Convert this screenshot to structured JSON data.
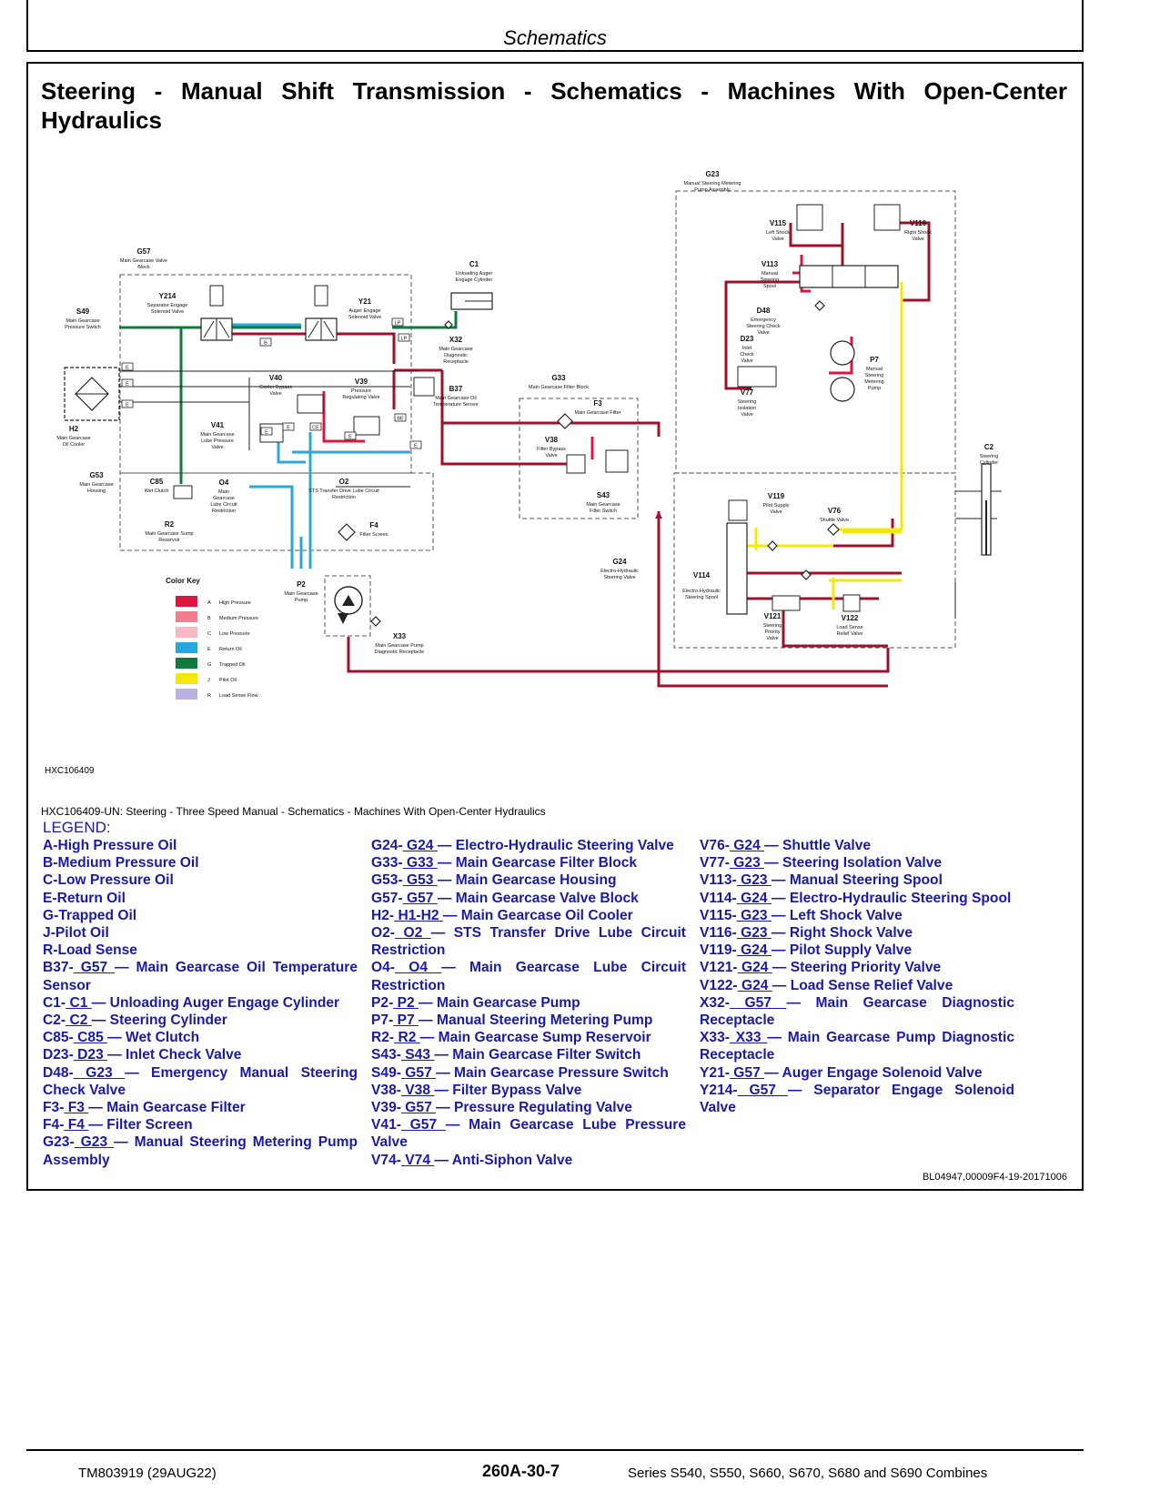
{
  "header": {
    "section_title": "Schematics"
  },
  "page_title": "Steering - Manual Shift Transmission - Schematics - Machines With Open-Center Hydraulics",
  "figure": {
    "id": "HXC106409",
    "caption": "HXC106409-UN: Steering - Three Speed Manual - Schematics - Machines With Open-Center Hydraulics",
    "colors": {
      "high_pressure": "#e0153f",
      "medium_pressure": "#f08090",
      "low_pressure": "#f7b8c4",
      "return": "#29a8e0",
      "trapped": "#0f7a3c",
      "pilot": "#f4e80a",
      "load_sense": "#b8b3e0",
      "line_dark_red": "#a0102a"
    },
    "color_key": {
      "title": "Color Key",
      "items": [
        {
          "letter": "A",
          "label": "High Pressure"
        },
        {
          "letter": "B",
          "label": "Medium Pressure"
        },
        {
          "letter": "C",
          "label": "Low Pressure"
        },
        {
          "letter": "E",
          "label": "Return Oil"
        },
        {
          "letter": "G",
          "label": "Trapped Oil"
        },
        {
          "letter": "J",
          "label": "Pilot Oil"
        },
        {
          "letter": "R",
          "label": "Load Sense Flow"
        }
      ]
    },
    "components": {
      "g57": {
        "code": "G57",
        "desc": "Main Gearcase Valve Block"
      },
      "y214": {
        "code": "Y214",
        "desc": "Separator Engage Solenoid Valve"
      },
      "y21": {
        "code": "Y21",
        "desc": "Auger Engage Solenoid Valve"
      },
      "s49": {
        "code": "S49",
        "desc": "Main Gearcase Pressure Switch"
      },
      "c1": {
        "code": "C1",
        "desc": "Unloading Auger Engage Cylinder"
      },
      "x32": {
        "code": "X32",
        "desc": "Main Gearcase Diagnostic Receptacle"
      },
      "v40": {
        "code": "V40",
        "desc": "Cooler Bypass Valve"
      },
      "v39": {
        "code": "V39",
        "desc": "Pressure Regulating Valve"
      },
      "b37": {
        "code": "B37",
        "desc": "Main Gearcase Oil Temperature Sensor"
      },
      "h2": {
        "code": "H2",
        "desc": "Main Gearcase Oil Cooler"
      },
      "v41": {
        "code": "V41",
        "desc": "Main Gearcase Lube Pressure Valve"
      },
      "g53": {
        "code": "G53",
        "desc": "Main Gearcase Housing"
      },
      "c85": {
        "code": "C85",
        "desc": "Wet Clutch"
      },
      "o4": {
        "code": "O4",
        "desc": "Main Gearcase Lube Circuit Restriction"
      },
      "o2": {
        "code": "O2",
        "desc": "STS Transfer Drive Lube Circuit Restriction"
      },
      "r2": {
        "code": "R2",
        "desc": "Main Gearcase Sump Reservoir"
      },
      "f4": {
        "code": "F4",
        "desc": "Filter Screen"
      },
      "p2": {
        "code": "P2",
        "desc": "Main Gearcase Pump"
      },
      "x33": {
        "code": "X33",
        "desc": "Main Gearcase Pump Diagnostic Receptacle"
      },
      "g33": {
        "code": "G33",
        "desc": "Main Gearcase Filter Block"
      },
      "f3": {
        "code": "F3",
        "desc": "Main Gearcase Filter"
      },
      "v38": {
        "code": "V38",
        "desc": "Filter Bypass Valve"
      },
      "s43": {
        "code": "S43",
        "desc": "Main Gearcase Filter Switch"
      },
      "g24": {
        "code": "G24",
        "desc": "Electro-Hydraulic Steering Valve"
      },
      "g23": {
        "code": "G23",
        "desc": "Manual Steering Metering Pump Assembly"
      },
      "v115": {
        "code": "V115",
        "desc": "Left Shock Valve"
      },
      "v116": {
        "code": "V116",
        "desc": "Right Shock Valve"
      },
      "v113": {
        "code": "V113",
        "desc": "Manual Steering Spool"
      },
      "d48": {
        "code": "D48",
        "desc": "Emergency Steering Check Valve"
      },
      "d23": {
        "code": "D23",
        "desc": "Inlet Check Valve"
      },
      "p7": {
        "code": "P7",
        "desc": "Manual Steering Metering Pump"
      },
      "v77": {
        "code": "V77",
        "desc": "Steering Isolation Valve"
      },
      "c2": {
        "code": "C2",
        "desc": "Steering Cylinder"
      },
      "v119": {
        "code": "V119",
        "desc": "Pilot Supply Valve"
      },
      "v76": {
        "code": "V76",
        "desc": "Shuttle Valve"
      },
      "v114": {
        "code": "V114",
        "desc": "Electro-Hydraulic Steering Spool"
      },
      "v121": {
        "code": "V121",
        "desc": "Steering Priority Valve"
      },
      "v122": {
        "code": "V122",
        "desc": "Load Sense Relief Valve"
      }
    },
    "port_tags": [
      "E",
      "E",
      "E",
      "B",
      "E",
      "E",
      "CE",
      "E",
      "BE",
      "E",
      "LP",
      "LP"
    ]
  },
  "legend": {
    "heading": "LEGEND:",
    "col1": [
      {
        "code": "A",
        "text": "-High Pressure Oil"
      },
      {
        "code": "B",
        "text": "-Medium Pressure Oil"
      },
      {
        "code": "C",
        "text": "-Low Pressure Oil"
      },
      {
        "code": "E",
        "text": "-Return Oil"
      },
      {
        "code": "G",
        "text": "-Trapped Oil"
      },
      {
        "code": "J",
        "text": "-Pilot Oil"
      },
      {
        "code": "R",
        "text": "-Load Sense"
      },
      {
        "code": "B37-",
        "ref": " G57 ",
        "text": " — Main Gearcase Oil Temperature Sensor"
      },
      {
        "code": "C1-",
        "ref": " C1 ",
        "text": " — Unloading Auger Engage Cylinder"
      },
      {
        "code": "C2-",
        "ref": " C2 ",
        "text": " — Steering Cylinder"
      },
      {
        "code": "C85-",
        "ref": " C85 ",
        "text": " — Wet Clutch"
      },
      {
        "code": "D23-",
        "ref": " D23 ",
        "text": " — Inlet Check Valve"
      },
      {
        "code": "D48-",
        "ref": " G23 ",
        "text": " — Emergency Manual Steering Check Valve"
      },
      {
        "code": "F3-",
        "ref": " F3 ",
        "text": " — Main Gearcase Filter"
      },
      {
        "code": "F4-",
        "ref": " F4 ",
        "text": " — Filter Screen"
      },
      {
        "code": "G23-",
        "ref": " G23 ",
        "text": " — Manual Steering Metering Pump Assembly"
      }
    ],
    "col2": [
      {
        "code": "G24-",
        "ref": " G24 ",
        "text": " — Electro-Hydraulic Steering Valve"
      },
      {
        "code": "G33-",
        "ref": " G33 ",
        "text": " — Main Gearcase Filter Block"
      },
      {
        "code": "G53-",
        "ref": " G53 ",
        "text": " — Main Gearcase Housing"
      },
      {
        "code": "G57-",
        "ref": " G57 ",
        "text": " — Main Gearcase Valve Block"
      },
      {
        "code": "H2-",
        "ref": " H1-H2 ",
        "text": " — Main Gearcase Oil Cooler"
      },
      {
        "code": "O2-",
        "ref": " O2 ",
        "text": " — STS Transfer Drive Lube Circuit Restriction"
      },
      {
        "code": "O4-",
        "ref": " O4 ",
        "text": " — Main Gearcase Lube Circuit Restriction"
      },
      {
        "code": "P2-",
        "ref": " P2 ",
        "text": " — Main Gearcase Pump"
      },
      {
        "code": "P7-",
        "ref": " P7 ",
        "text": " — Manual Steering Metering Pump"
      },
      {
        "code": "R2-",
        "ref": " R2 ",
        "text": " — Main Gearcase Sump Reservoir"
      },
      {
        "code": "S43-",
        "ref": " S43 ",
        "text": " — Main Gearcase Filter Switch"
      },
      {
        "code": "S49-",
        "ref": " G57 ",
        "text": " — Main Gearcase Pressure Switch"
      },
      {
        "code": "V38-",
        "ref": " V38 ",
        "text": " — Filter Bypass Valve"
      },
      {
        "code": "V39-",
        "ref": " G57 ",
        "text": " — Pressure Regulating Valve"
      },
      {
        "code": "V41-",
        "ref": " G57 ",
        "text": " — Main Gearcase Lube Pressure Valve"
      },
      {
        "code": "V74-",
        "ref": " V74 ",
        "text": " — Anti-Siphon Valve"
      }
    ],
    "col3": [
      {
        "code": "V76-",
        "ref": " G24 ",
        "text": " — Shuttle Valve"
      },
      {
        "code": "V77-",
        "ref": " G23 ",
        "text": " — Steering Isolation Valve"
      },
      {
        "code": "V113-",
        "ref": " G23 ",
        "text": " — Manual Steering Spool"
      },
      {
        "code": "V114-",
        "ref": " G24 ",
        "text": " — Electro-Hydraulic Steering Spool"
      },
      {
        "code": "V115-",
        "ref": " G23 ",
        "text": " — Left Shock Valve"
      },
      {
        "code": "V116-",
        "ref": " G23 ",
        "text": " — Right Shock Valve"
      },
      {
        "code": "V119-",
        "ref": " G24 ",
        "text": " — Pilot Supply Valve"
      },
      {
        "code": "V121-",
        "ref": " G24 ",
        "text": " — Steering Priority Valve"
      },
      {
        "code": "V122-",
        "ref": " G24 ",
        "text": " — Load Sense Relief Valve"
      },
      {
        "code": "X32-",
        "ref": " G57 ",
        "text": " — Main Gearcase Diagnostic Receptacle"
      },
      {
        "code": "X33-",
        "ref": " X33 ",
        "text": " — Main Gearcase Pump Diagnostic Receptacle"
      },
      {
        "code": "Y21-",
        "ref": " G57 ",
        "text": " — Auger Engage Solenoid Valve"
      },
      {
        "code": "Y214-",
        "ref": " G57 ",
        "text": " — Separator Engage Solenoid Valve"
      }
    ]
  },
  "doc_ref": "BL04947,00009F4-19-20171006",
  "footer": {
    "manual": "TM803919 (29AUG22)",
    "page": "260A-30-7",
    "series": "Series S540, S550, S660, S670, S680 and S690 Combines"
  }
}
